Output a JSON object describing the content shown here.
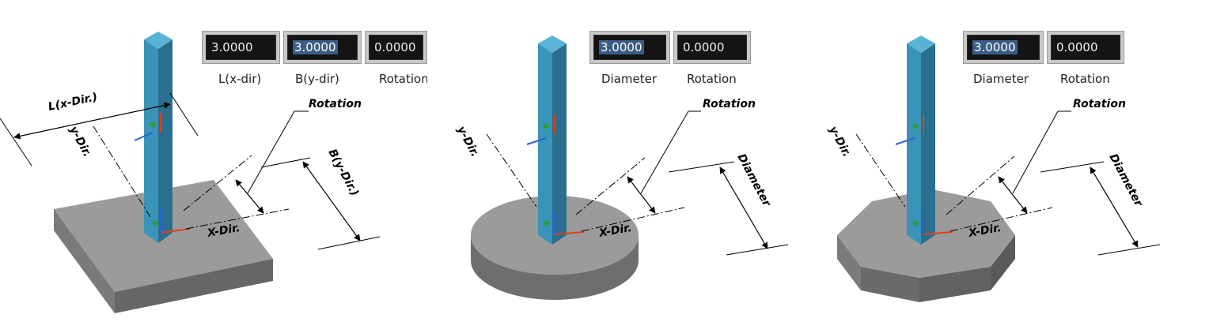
{
  "panels": {
    "rect": {
      "fields": [
        {
          "value": "3.0000",
          "label": "L(x-dir)",
          "selected": false
        },
        {
          "value": "3.0000",
          "label": "B(y-dir)",
          "selected": true
        },
        {
          "value": "0.0000",
          "label": "Rotation",
          "selected": false
        }
      ],
      "annotations": {
        "length": "L(x-Dir.)",
        "width": "B(y-Dir.)",
        "rotation": "Rotation",
        "x_dir": "X-Dir.",
        "y_dir": "y-Dir."
      }
    },
    "circ": {
      "fields": [
        {
          "value": "3.0000",
          "label": "Diameter",
          "selected": true
        },
        {
          "value": "0.0000",
          "label": "Rotation",
          "selected": false
        }
      ],
      "annotations": {
        "diameter": "Diameter",
        "rotation": "Rotation",
        "x_dir": "X-Dir.",
        "y_dir": "y-Dir."
      }
    },
    "oct": {
      "fields": [
        {
          "value": "3.0000",
          "label": "Diameter",
          "selected": true
        },
        {
          "value": "0.0000",
          "label": "Rotation",
          "selected": false
        }
      ],
      "annotations": {
        "diameter": "Diameter",
        "rotation": "Rotation",
        "x_dir": "X-Dir.",
        "y_dir": "y-Dir."
      }
    }
  },
  "colors": {
    "column_front": "#3a93b8",
    "column_side": "#2a6f8e",
    "column_top": "#5ab3d6",
    "footing_top": "#9a9a9a",
    "footing_side": "#6e6e6e",
    "axis_x": "#e0401a",
    "axis_y": "#2f9e3a",
    "axis_z": "#2a60d8"
  }
}
